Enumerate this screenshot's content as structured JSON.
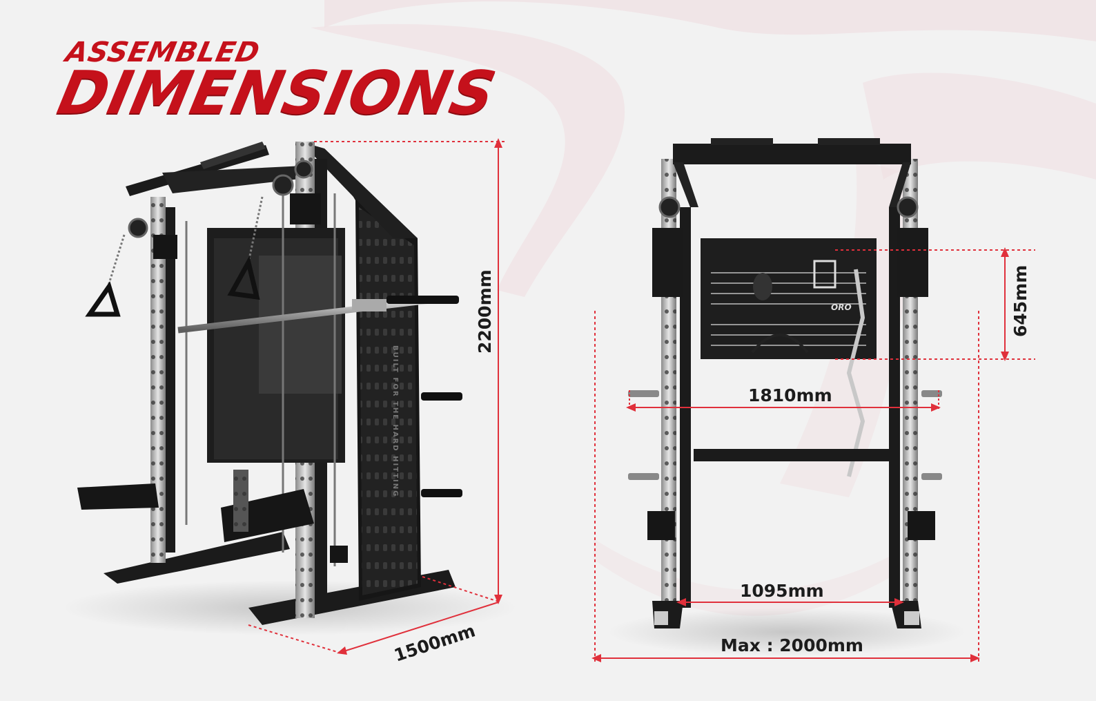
{
  "heading": {
    "line1": "ASSEMBLED",
    "line2": "DIMENSIONS"
  },
  "dimensions": {
    "height": "2200mm",
    "depth": "1500mm",
    "pulley_gap": "645mm",
    "bar_length": "1810mm",
    "inner_width": "1095mm",
    "max_width": "Max : 2000mm"
  },
  "equipment_text": {
    "brand_logo": "ORO",
    "upright_text": "BUILT FOR THE HARD HITTING"
  },
  "colors": {
    "accent": "#c5111b",
    "dimension_line": "#e0303b",
    "frame": "#1b1b1b",
    "background": "#f2f2f2"
  }
}
